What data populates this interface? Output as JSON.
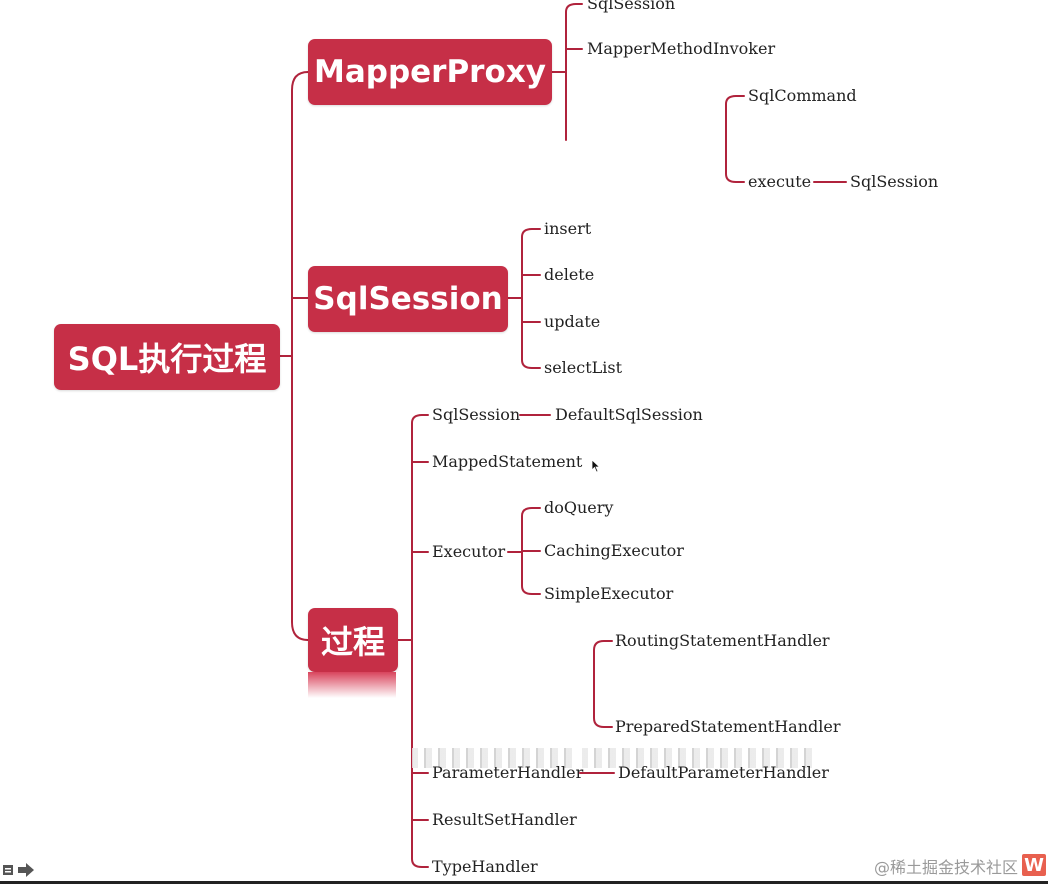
{
  "root": {
    "label": "SQL执行过程"
  },
  "branches": {
    "mapper_proxy": {
      "label": "MapperProxy"
    },
    "sql_session": {
      "label": "SqlSession"
    },
    "process": {
      "label": "过程"
    }
  },
  "mapper_proxy_children": {
    "sql_session": "SqlSession",
    "invoker": "MapperMethodInvoker",
    "sql_command": "SqlCommand",
    "execute": "execute",
    "execute_sql_session": "SqlSession"
  },
  "sql_session_children": [
    "insert",
    "delete",
    "update",
    "selectList"
  ],
  "process_children": {
    "sql_session": "SqlSession",
    "default_sql_session": "DefaultSqlSession",
    "mapped_statement": "MappedStatement",
    "executor": "Executor",
    "executor_children": [
      "doQuery",
      "CachingExecutor",
      "SimpleExecutor"
    ],
    "routing_handler": "RoutingStatementHandler",
    "prepared_handler": "PreparedStatementHandler",
    "parameter_handler": "ParameterHandler",
    "default_parameter_handler": "DefaultParameterHandler",
    "result_set_handler": "ResultSetHandler",
    "type_handler": "TypeHandler"
  },
  "watermark": {
    "text": "@稀土掘金技术社区",
    "logo": "W"
  },
  "colors": {
    "accent": "#c62f47",
    "line": "#b0233c"
  }
}
